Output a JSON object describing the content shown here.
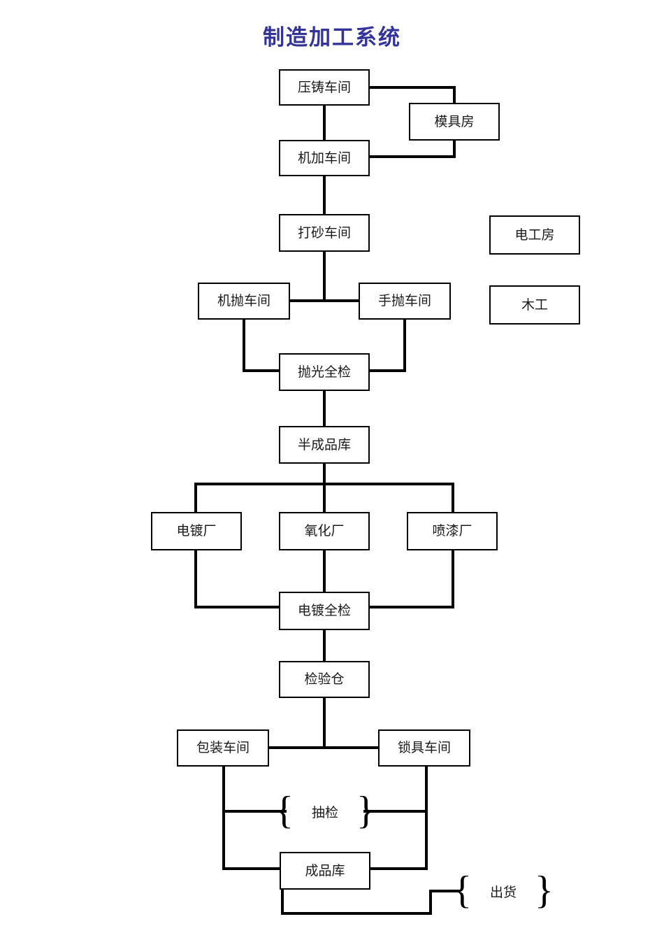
{
  "title": "制造加工系统",
  "title_color": "#333399",
  "line_color": "#000000",
  "nodes": {
    "die_casting": "压铸车间",
    "mold_room": "模具房",
    "machining": "机加车间",
    "sandblasting": "打砂车间",
    "electrician_room": "电工房",
    "machine_polish": "机抛车间",
    "hand_polish": "手抛车间",
    "carpentry": "木工",
    "polish_full_inspection": "抛光全检",
    "semi_finished_warehouse": "半成品库",
    "electroplating_plant": "电镀厂",
    "anodizing_plant": "氧化厂",
    "painting_plant": "喷漆厂",
    "plating_full_inspection": "电镀全检",
    "inspection_warehouse": "检验仓",
    "packaging": "包装车间",
    "lock_workshop": "锁具车间",
    "sampling_inspection": "抽检",
    "finished_goods_warehouse": "成品库",
    "shipment": "出货"
  }
}
